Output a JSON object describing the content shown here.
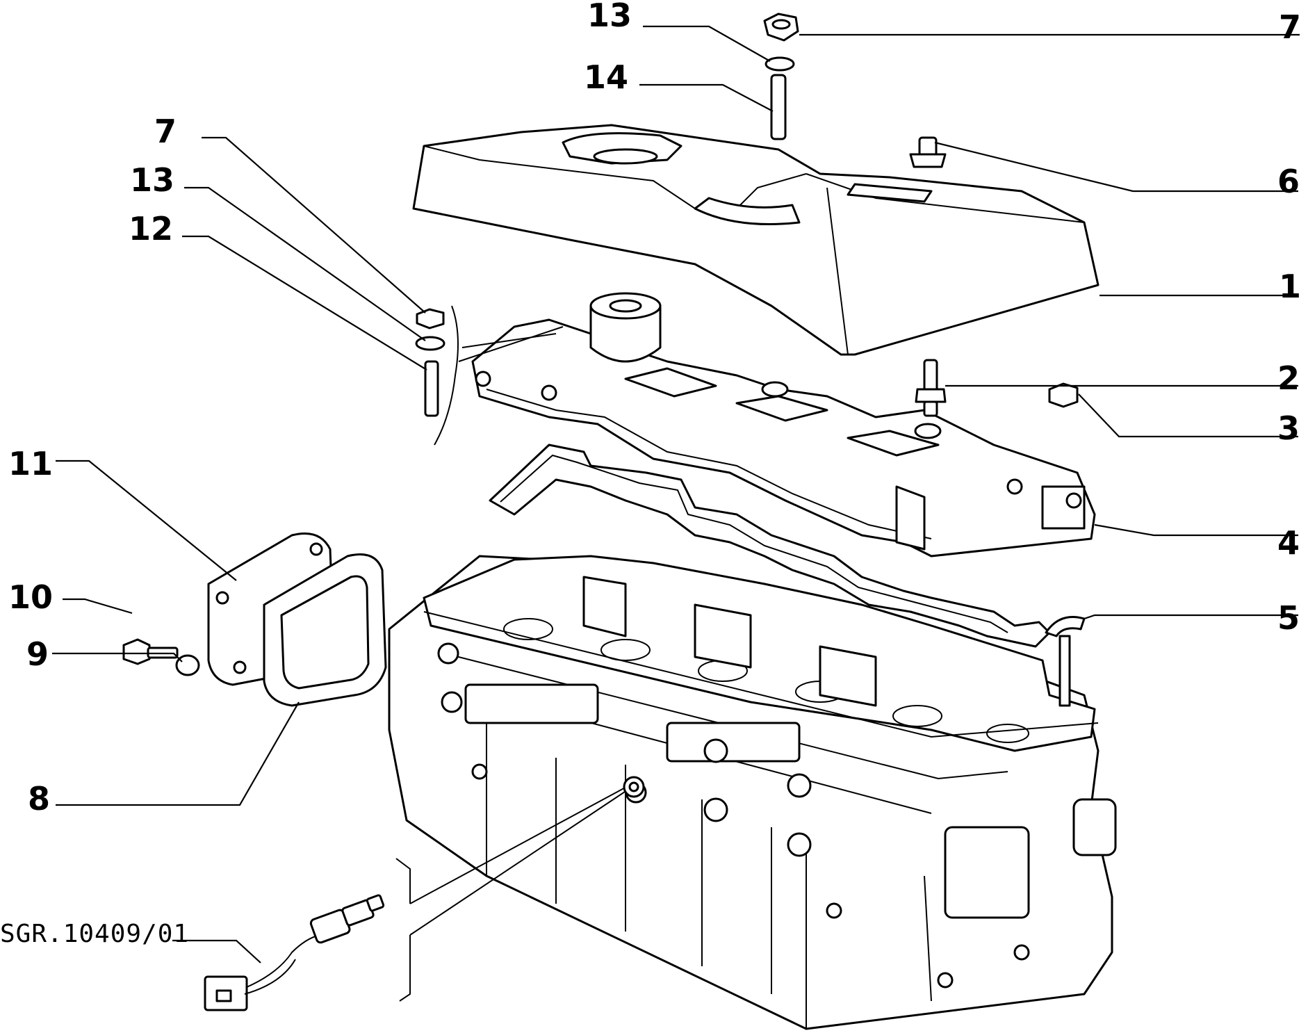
{
  "callouts": [
    {
      "id": "c13a",
      "label": "13"
    },
    {
      "id": "c14",
      "label": "14"
    },
    {
      "id": "c7a",
      "label": "7"
    },
    {
      "id": "c6",
      "label": "6"
    },
    {
      "id": "c1",
      "label": "1"
    },
    {
      "id": "c7b",
      "label": "7"
    },
    {
      "id": "c13b",
      "label": "13"
    },
    {
      "id": "c12",
      "label": "12"
    },
    {
      "id": "c2",
      "label": "2"
    },
    {
      "id": "c3",
      "label": "3"
    },
    {
      "id": "c11",
      "label": "11"
    },
    {
      "id": "c4",
      "label": "4"
    },
    {
      "id": "c10",
      "label": "10"
    },
    {
      "id": "c5",
      "label": "5"
    },
    {
      "id": "c9",
      "label": "9"
    },
    {
      "id": "c8",
      "label": "8"
    }
  ],
  "reference_code": "SGR.10409/01",
  "colors": {
    "ink": "#000000",
    "paper": "#ffffff"
  }
}
